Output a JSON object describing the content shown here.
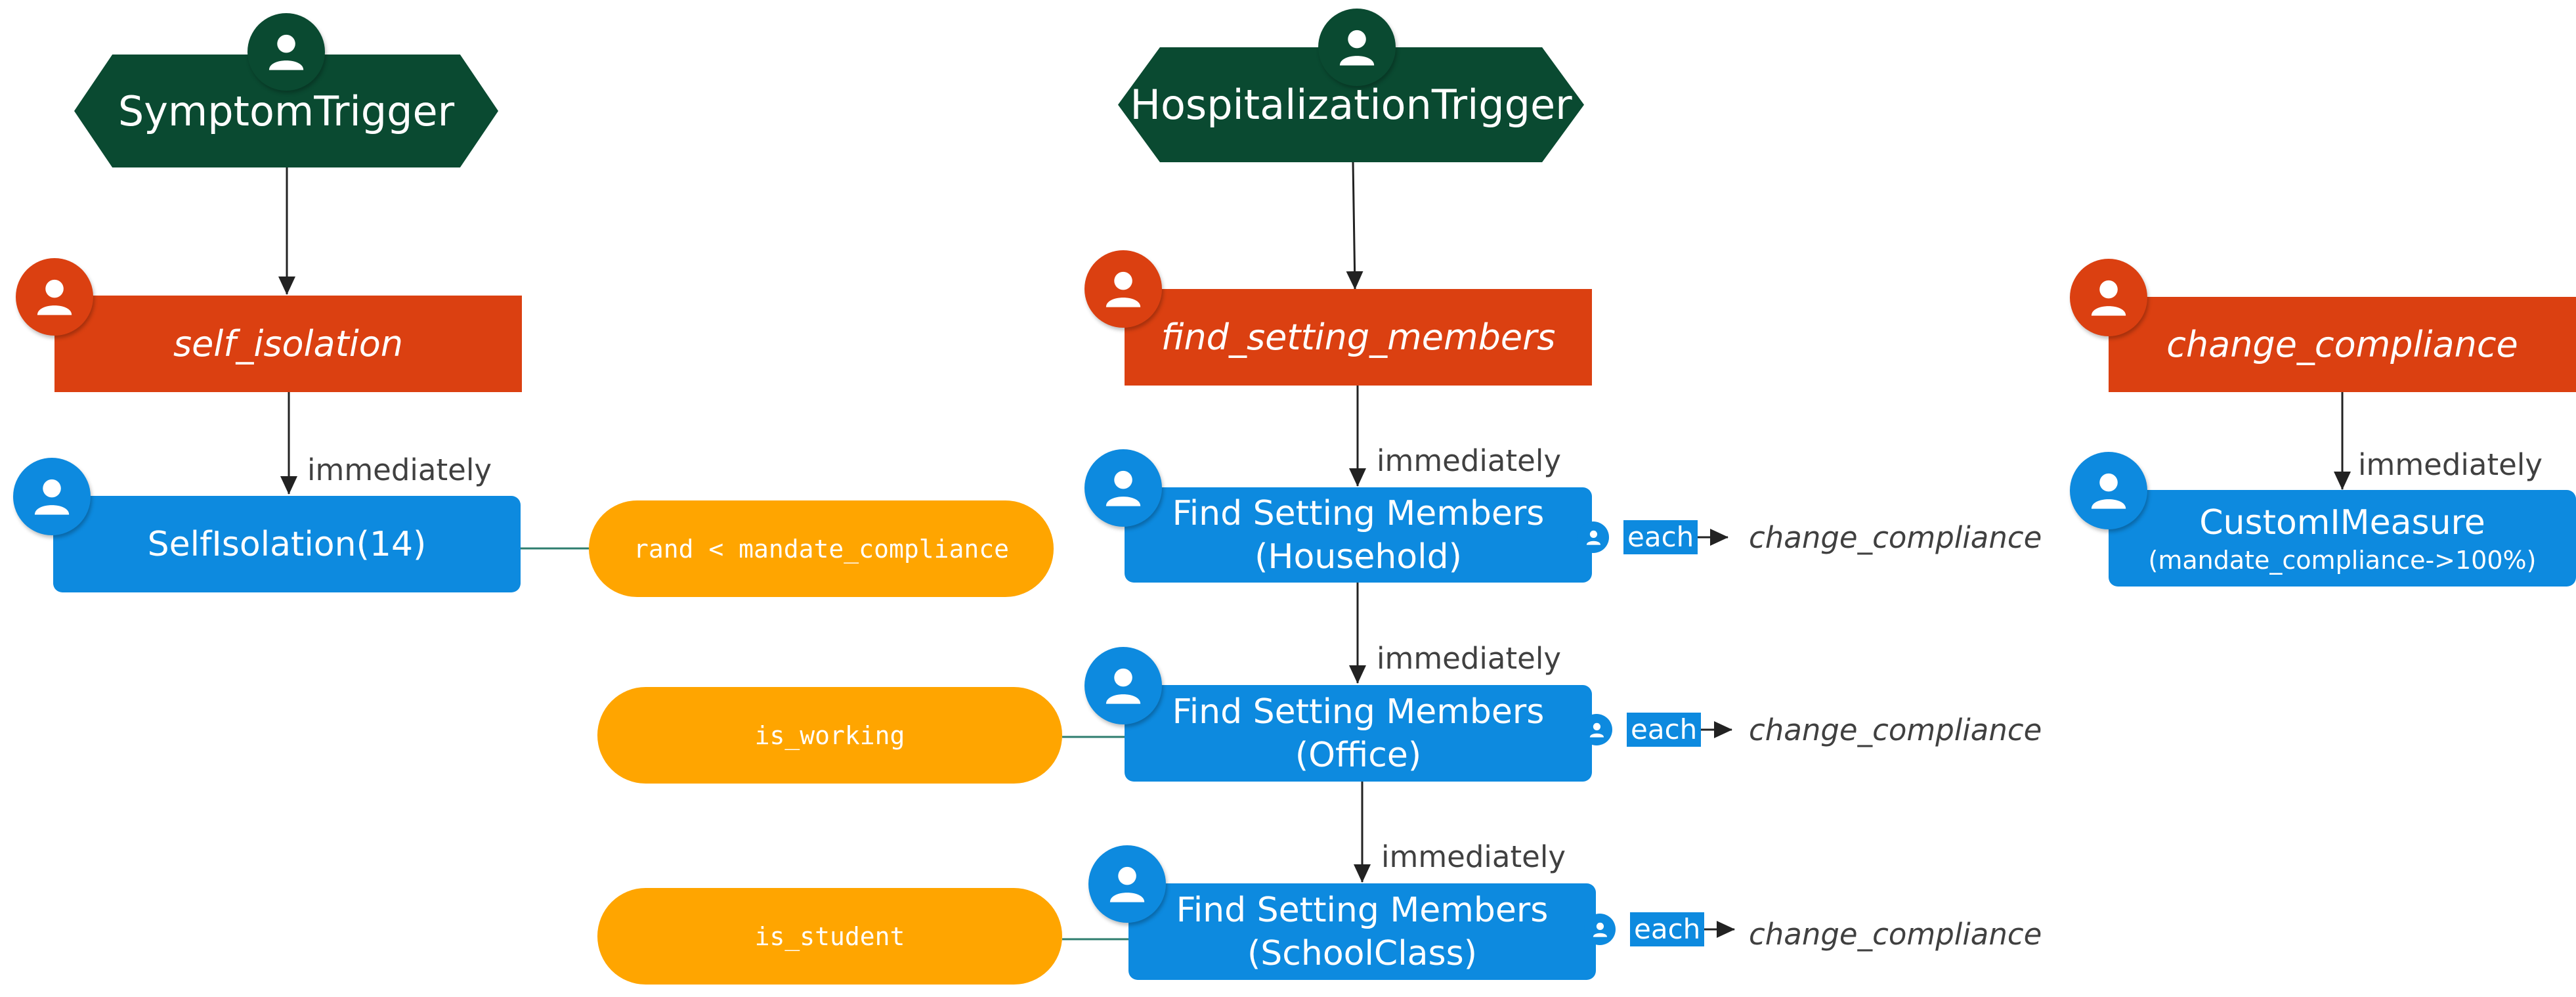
{
  "colors": {
    "trigger": "#0a4a31",
    "action": "#db4011",
    "measure": "#0d8adf",
    "condition": "#ffa500",
    "edge": "#222222",
    "condition_link": "#2e7d6e",
    "text_label": "#404040"
  },
  "icons": {
    "badge": "person-icon",
    "arrow": "arrow-right-icon"
  },
  "triggers": {
    "symptom": "SymptomTrigger",
    "hospitalization": "HospitalizationTrigger"
  },
  "actions": {
    "self_isolation": "self_isolation",
    "find_setting_members": "find_setting_members",
    "change_compliance": "change_compliance"
  },
  "measures": {
    "self_isolation": {
      "title": "SelfIsolation(14)"
    },
    "household": {
      "title": "Find Setting Members",
      "subtitle": "(Household)"
    },
    "office": {
      "title": "Find Setting Members",
      "subtitle": "(Office)"
    },
    "schoolclass": {
      "title": "Find Setting Members",
      "subtitle": "(SchoolClass)"
    },
    "custom": {
      "title": "CustomIMeasure",
      "subtitle": "(mandate_compliance->100%)"
    }
  },
  "conditions": {
    "mandate": "rand < mandate_compliance",
    "working": "is_working",
    "student": "is_student"
  },
  "edge_labels": {
    "immediately": "immediately",
    "each": "each",
    "target_change_compliance": "change_compliance"
  }
}
